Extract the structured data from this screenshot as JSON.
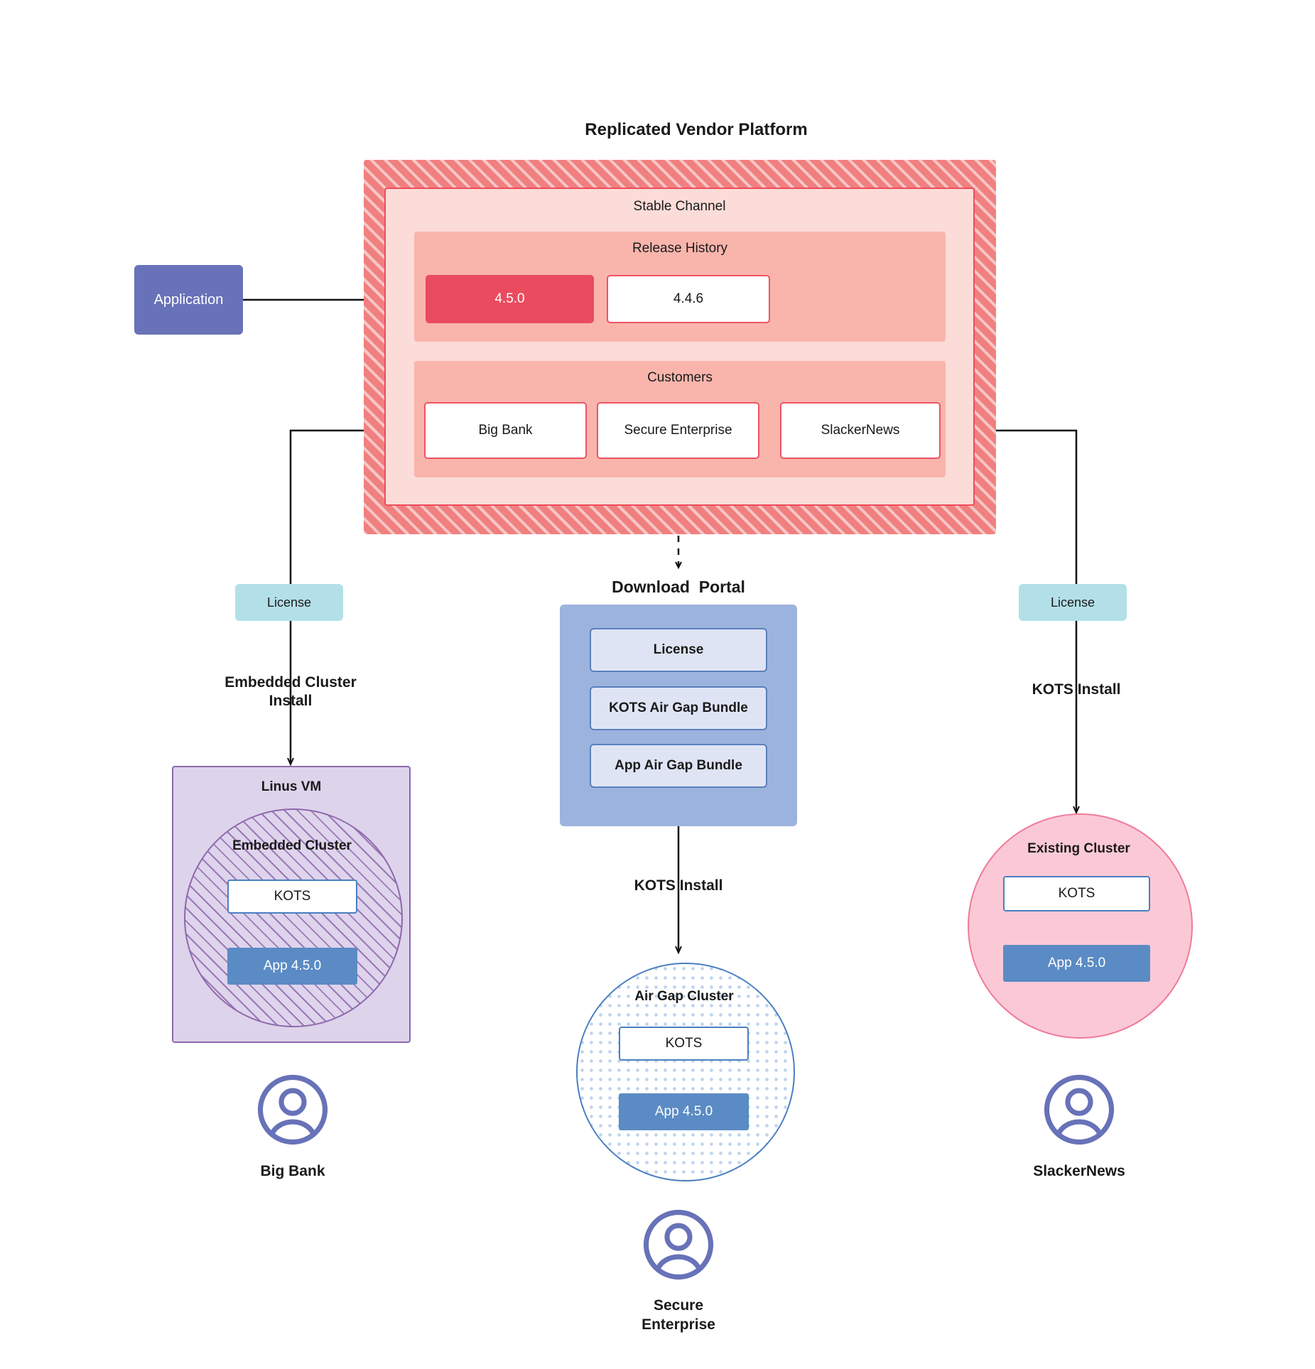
{
  "diagram": {
    "title": "Replicated Vendor Platform",
    "application": {
      "label": "Application"
    },
    "platform": {
      "channel_title": "Stable Channel",
      "release_history": {
        "title": "Release History",
        "releases": [
          {
            "version": "4.5.0",
            "state": "current"
          },
          {
            "version": "4.4.6",
            "state": "previous"
          }
        ]
      },
      "customers": {
        "title": "Customers",
        "items": [
          {
            "name": "Big Bank"
          },
          {
            "name": "Secure\nEnterprise"
          },
          {
            "name": "SlackerNews"
          }
        ]
      }
    },
    "licenses": {
      "left_label": "License",
      "right_label": "License"
    },
    "flows": {
      "left_install": "Embedded Cluster\nInstall",
      "middle_install": "KOTS Install",
      "right_install": "KOTS Install"
    },
    "download_portal": {
      "title": "Download  Portal",
      "items": [
        {
          "label": "License"
        },
        {
          "label": "KOTS Air Gap Bundle"
        },
        {
          "label": "App Air Gap Bundle"
        }
      ]
    },
    "targets": {
      "left": {
        "host_title": "Linus VM",
        "cluster_title": "Embedded Cluster",
        "kots_label": "KOTS",
        "app_label": "App 4.5.0"
      },
      "middle": {
        "cluster_title": "Air Gap Cluster",
        "kots_label": "KOTS",
        "app_label": "App 4.5.0"
      },
      "right": {
        "cluster_title": "Existing Cluster",
        "kots_label": "KOTS",
        "app_label": "App 4.5.0"
      }
    },
    "personas": [
      {
        "name": "Big Bank"
      },
      {
        "name": "Secure\nEnterprise"
      },
      {
        "name": "SlackerNews"
      }
    ],
    "colors": {
      "platform_hatch": "#f08080",
      "channel_bg": "#fbdcd8",
      "band_bg": "#f9b5ac",
      "release_current": "#ea4b5e",
      "accent_red": "#ef5266",
      "application_blue": "#6872b8",
      "license_cyan": "#b3e0e8",
      "portal_blue": "#9cb3de",
      "portal_item_blue": "#dfe4f5",
      "vm_purple": "#ddd3ea",
      "cluster_purple_border": "#8e68ad",
      "airgap_border": "#4a7fc1",
      "existing_pink": "#fbc9d6",
      "existing_pink_border": "#f07a9a",
      "app_blue": "#5b8bc4",
      "avatar_blue": "#6872b8"
    }
  }
}
